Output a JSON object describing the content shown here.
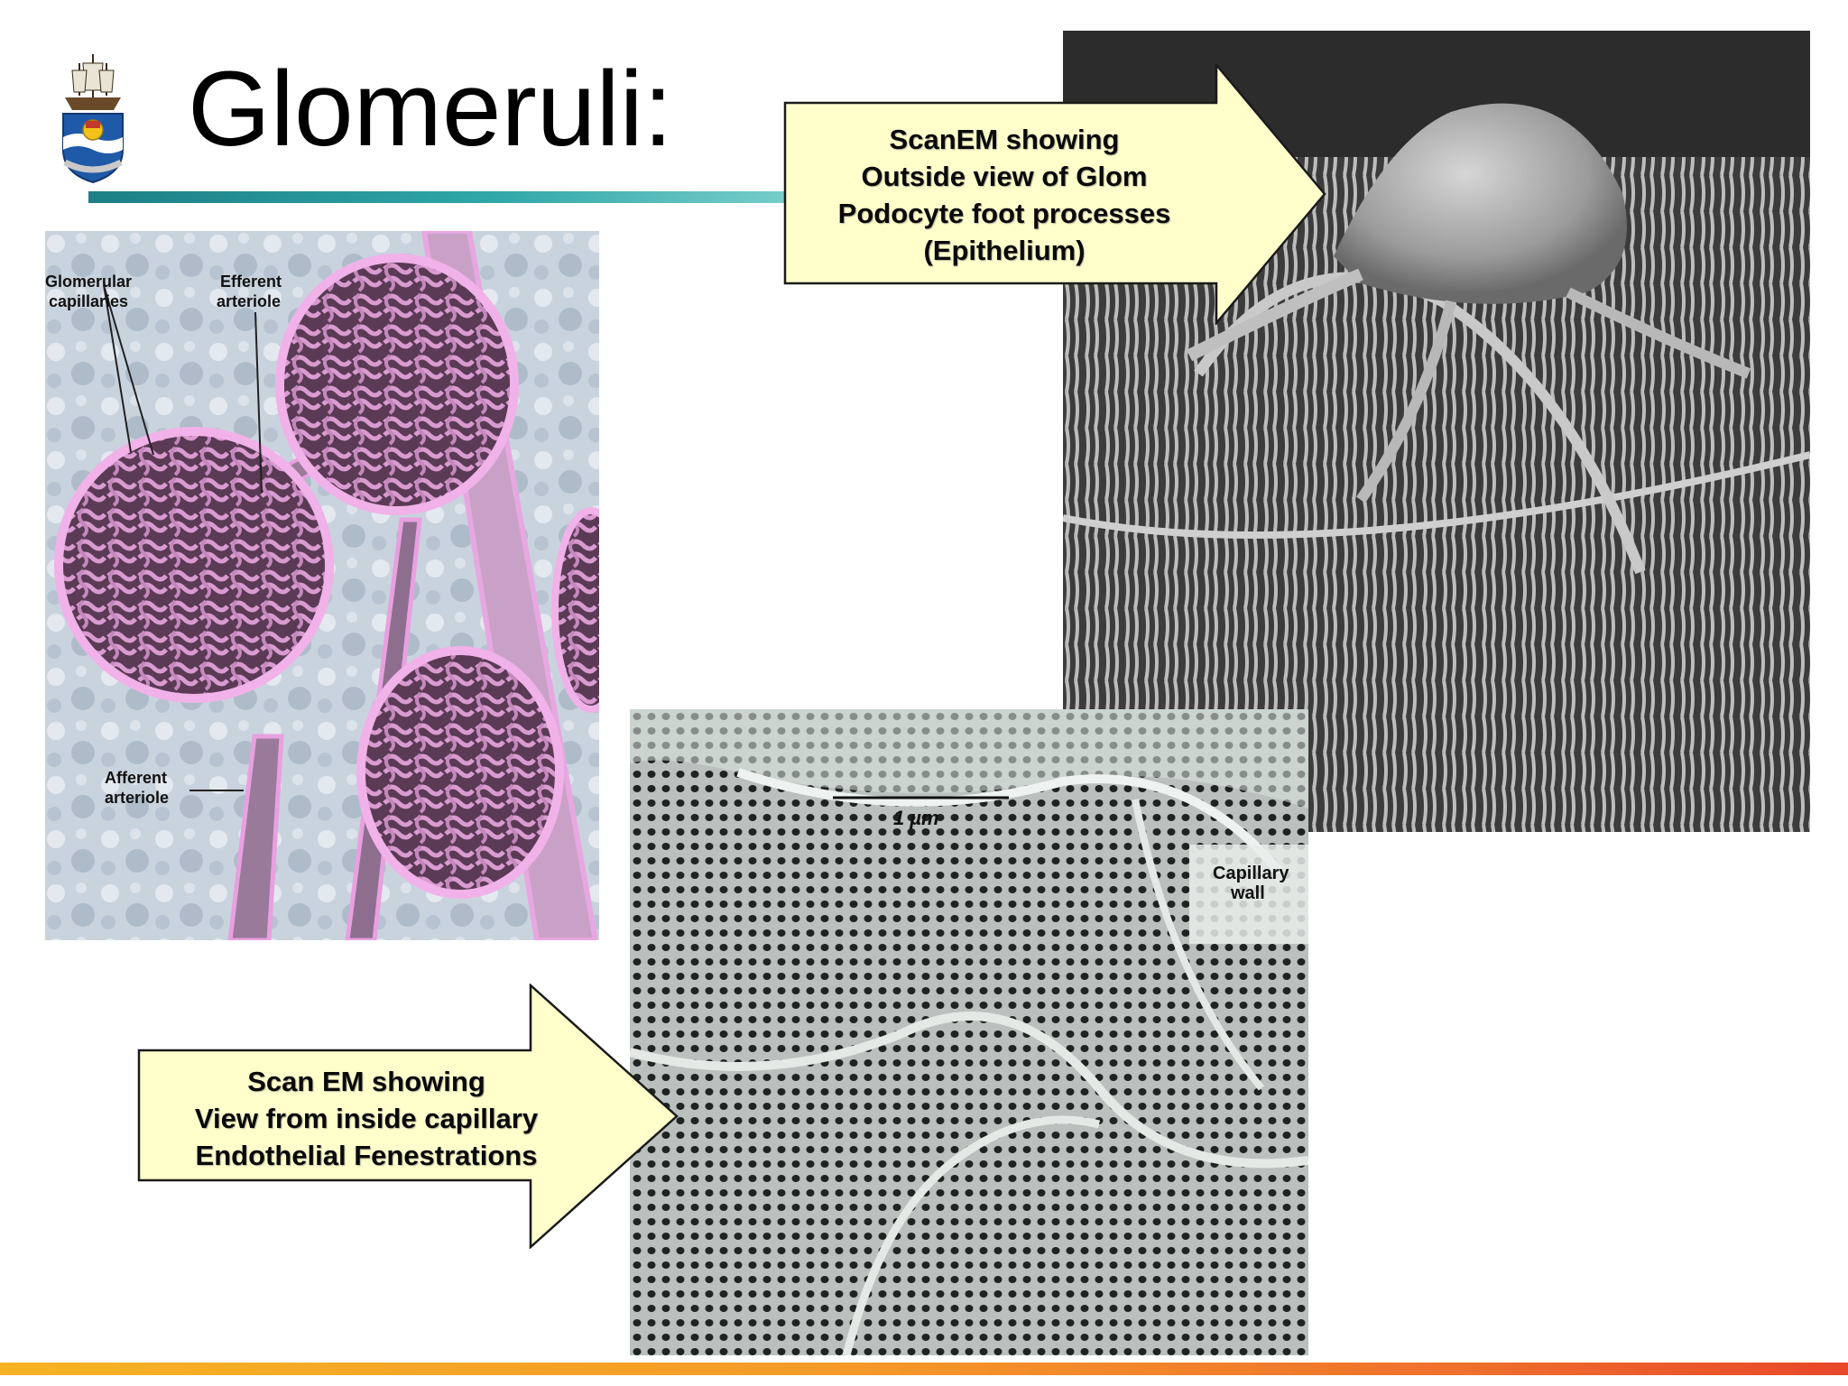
{
  "slide": {
    "title": "Glomeruli:"
  },
  "callouts": {
    "top": {
      "lines": [
        "ScanEM showing",
        "Outside view of Glom",
        "Podocyte foot processes",
        "(Epithelium)"
      ]
    },
    "bottom": {
      "lines": [
        "Scan EM showing",
        "View from inside capillary",
        "Endothelial Fenestrations"
      ]
    }
  },
  "images": {
    "left": {
      "labels": {
        "glomerular": [
          "Glomerular",
          "capillaries"
        ],
        "efferent": [
          "Efferent",
          "arteriole"
        ],
        "afferent": [
          "Afferent",
          "arteriole"
        ]
      }
    },
    "bottom": {
      "scale_label": "1 µm",
      "capillary_label": [
        "Capillary",
        "wall"
      ]
    }
  },
  "colors": {
    "callout_fill": "#ffffcc",
    "title_rule": "#2ea6a8",
    "bottom_bar_start": "#f5b324",
    "bottom_bar_end": "#e8472a"
  }
}
